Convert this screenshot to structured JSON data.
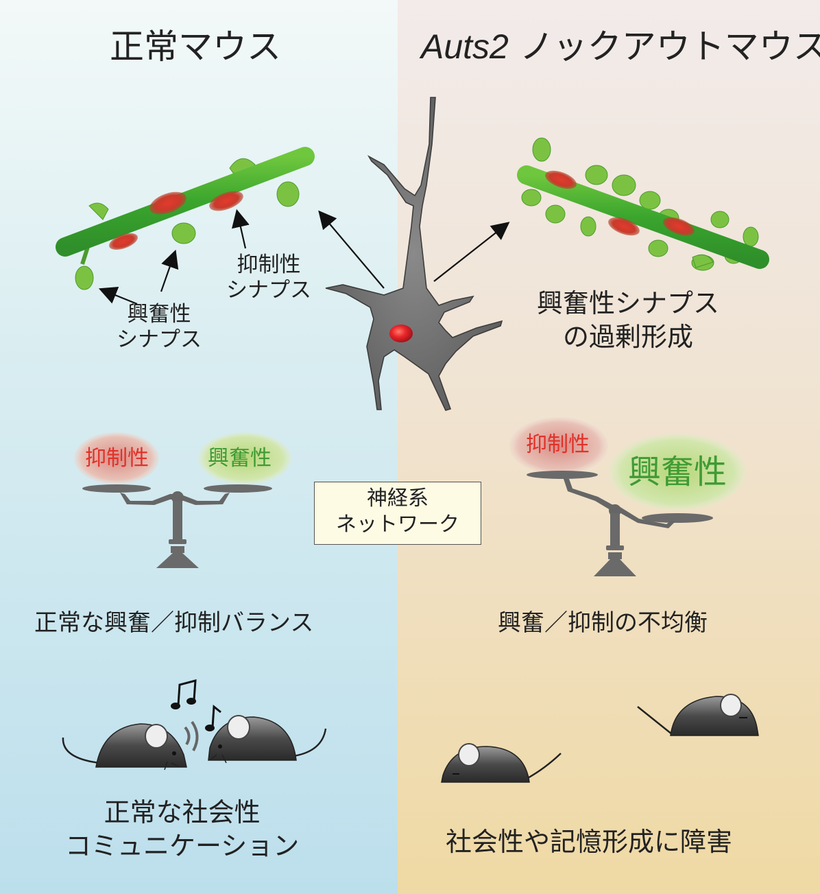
{
  "left": {
    "title": "正常マウス",
    "excitatory_synapse_label": [
      "興奮性",
      "シナプス"
    ],
    "inhibitory_synapse_label": [
      "抑制性",
      "シナプス"
    ],
    "balance_inhibitory": "抑制性",
    "balance_excitatory": "興奮性",
    "balance_caption": "正常な興奮／抑制バランス",
    "social_caption": [
      "正常な社会性",
      "コミュニケーション"
    ]
  },
  "right": {
    "title_gene": "Auts2",
    "title_rest": " ノックアウトマウス",
    "synapse_caption": [
      "興奮性シナプス",
      "の過剰形成"
    ],
    "balance_inhibitory": "抑制性",
    "balance_excitatory": "興奮性",
    "balance_caption": "興奮／抑制の不均衡",
    "social_caption": "社会性や記憶形成に障害"
  },
  "center": {
    "network_label": [
      "神経系",
      "ネットワーク"
    ]
  },
  "colors": {
    "dendrite_green": "#4fae2e",
    "spine_green": "#7cc242",
    "inhibitory_red": "#d8342c",
    "inhibitory_text": "#e0322a",
    "excitatory_text": "#3f9b34",
    "neuron_gray": "#707070",
    "scale_gray": "#6d6d6d"
  },
  "icons": [
    "neuron",
    "dendrite",
    "balance-scale",
    "mouse",
    "music-note",
    "sound-wave"
  ]
}
